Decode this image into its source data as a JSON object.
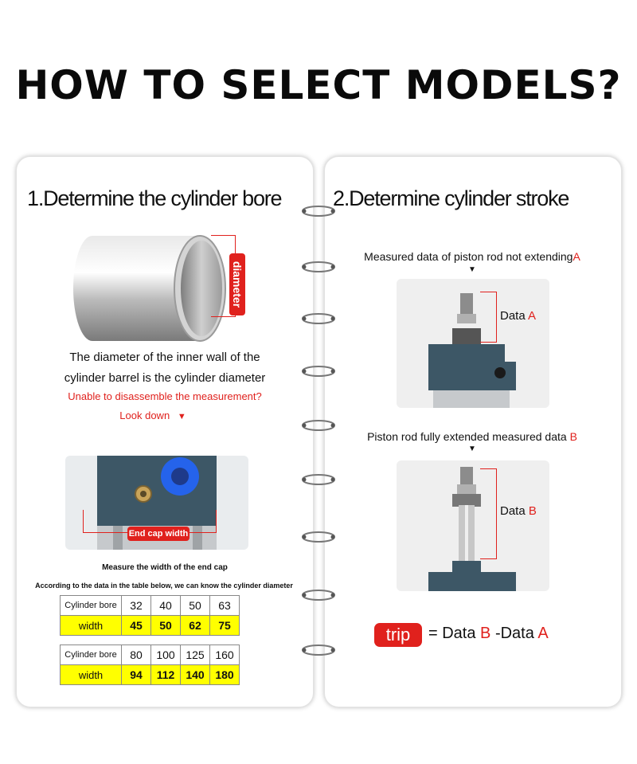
{
  "title": "HOW TO SELECT MODELS?",
  "left": {
    "heading": "1.Determine the cylinder bore",
    "diameter_label": "diameter",
    "desc1": "The diameter of the inner wall of the",
    "desc2": "cylinder barrel is the cylinder diameter",
    "question": "Unable to disassemble the measurement?",
    "look_down": "Look down",
    "end_cap_label": "End cap width",
    "measure_caption": "Measure the width of the end cap",
    "table_caption": "According to the data in the table below, we can know the cylinder diameter",
    "table1": {
      "row1_label": "Cylinder bore",
      "bores": [
        "32",
        "40",
        "50",
        "63"
      ],
      "row2_label": "width",
      "widths": [
        "45",
        "50",
        "62",
        "75"
      ]
    },
    "table2": {
      "row1_label": "Cylinder bore",
      "bores": [
        "80",
        "100",
        "125",
        "160"
      ],
      "row2_label": "width",
      "widths": [
        "94",
        "112",
        "140",
        "180"
      ]
    }
  },
  "right": {
    "heading": "2.Determine cylinder stroke",
    "caption_a": "Measured data of piston rod not extending",
    "caption_a_letter": "A",
    "data_a": "Data",
    "data_a_letter": "A",
    "caption_b": "Piston rod fully extended measured data",
    "caption_b_letter": "B",
    "data_b": "Data",
    "data_b_letter": "B",
    "trip": "trip",
    "formula_eq": "= Data",
    "formula_b": "B",
    "formula_minus": "-Data",
    "formula_a": "A"
  },
  "colors": {
    "accent_red": "#e0211d",
    "highlight_yellow": "#ffff00",
    "cylinder_blue": "#3d5766",
    "fitting_blue": "#2563eb"
  }
}
